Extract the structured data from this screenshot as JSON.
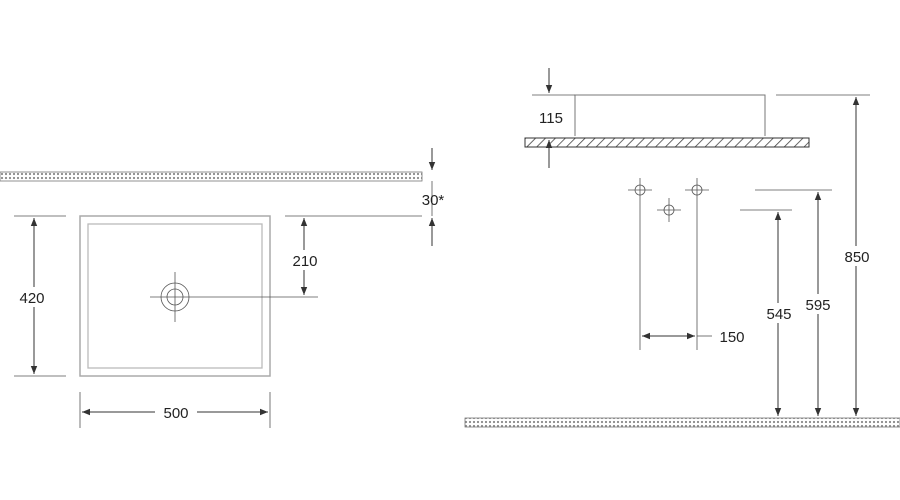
{
  "plan_view": {
    "width_label": "500",
    "depth_label": "420",
    "drain_offset_label": "210",
    "wall_offset_label": "30*"
  },
  "side_view": {
    "rim_height_label": "115",
    "total_height_label": "850",
    "drain_height_label": "545",
    "tap_height_label": "595",
    "tap_spacing_label": "150"
  },
  "colors": {
    "line": "#333333",
    "hatch": "#999999",
    "basin_outline": "#aaaaaa"
  }
}
